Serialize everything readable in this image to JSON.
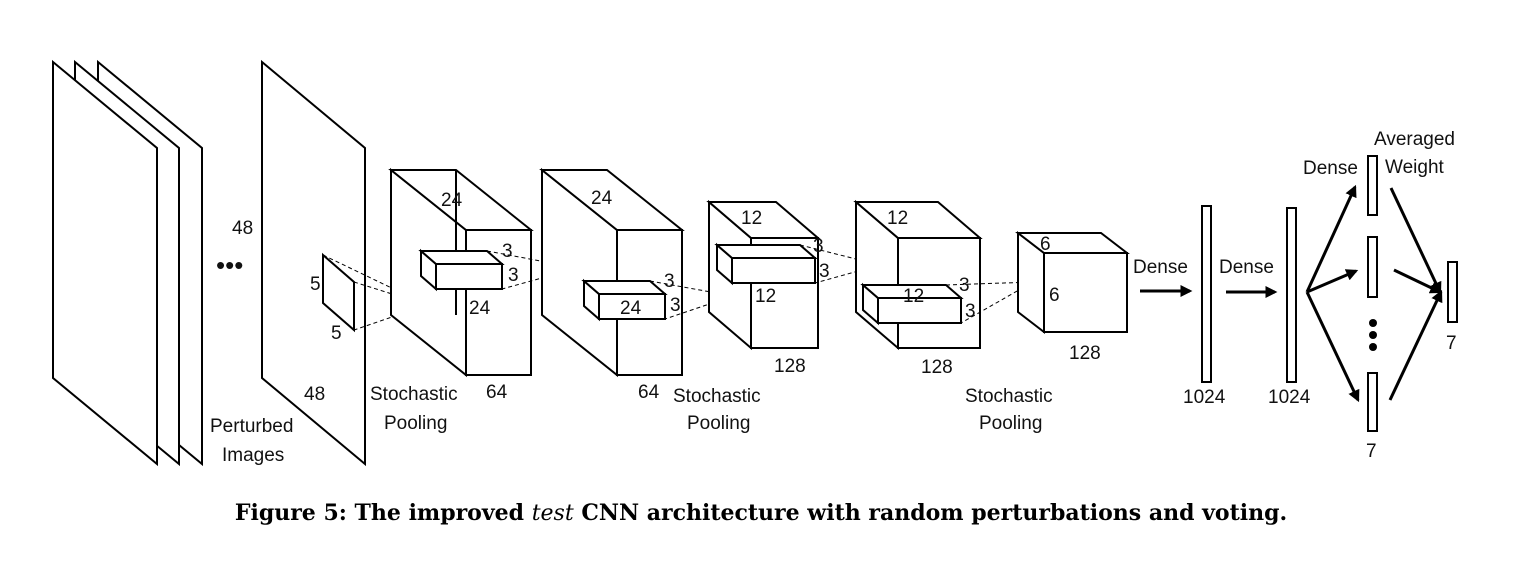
{
  "figure": {
    "caption_prefix": "Figure 5: The improved ",
    "caption_italic": "test",
    "caption_suffix": " CNN architecture with random perturbations and voting."
  },
  "labels": {
    "input_size_top": "48",
    "input_size_bottom": "48",
    "ellipsis": "•••",
    "perturbed_line1": "Perturbed",
    "perturbed_line2": "Images",
    "kernel_1_h": "5",
    "kernel_1_w": "5",
    "conv1_top": "24",
    "conv1_kernel_a": "3",
    "conv1_kernel_b": "3",
    "conv1_mid": "24",
    "conv1_depth": "64",
    "conv2_top": "24",
    "conv2_kernel_a": "3",
    "conv2_kernel_b": "3",
    "conv2_mid": "24",
    "conv2_depth": "64",
    "conv3_top": "12",
    "conv3_kernel_a": "3",
    "conv3_kernel_b": "3",
    "conv3_mid": "12",
    "conv3_depth": "128",
    "conv4_top": "12",
    "conv4_kernel_a": "3",
    "conv4_kernel_b": "3",
    "conv4_mid": "12",
    "conv4_depth": "128",
    "conv5_top": "6",
    "conv5_side": "6",
    "conv5_depth": "128",
    "pool1_line1": "Stochastic",
    "pool1_line2": "Pooling",
    "pool2_line1": "Stochastic",
    "pool2_line2": "Pooling",
    "pool3_line1": "Stochastic",
    "pool3_line2": "Pooling",
    "dense_1": "Dense",
    "dense_2": "Dense",
    "dense_3": "Dense",
    "fc1_size": "1024",
    "fc2_size": "1024",
    "vote_size": "7",
    "output_size": "7",
    "vote_dots": "•\n•\n•",
    "averaged_line1": "Averaged",
    "averaged_line2": "Weight"
  }
}
